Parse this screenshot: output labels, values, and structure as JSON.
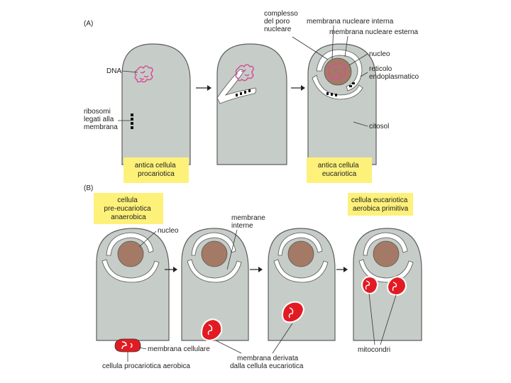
{
  "panels": {
    "a": "(A)",
    "b": "(B)"
  },
  "labels": {
    "dna": "DNA",
    "ribosomi": [
      "ribosomi",
      "legati alla",
      "membrana"
    ],
    "complesso_poro": [
      "complesso",
      "del poro",
      "nucleare"
    ],
    "membrana_interna": "membrana nucleare interna",
    "membrana_esterna": "membrana nucleare esterna",
    "nucleo_a": "nucleo",
    "reticolo": [
      "reticolo",
      "endoplasmatico"
    ],
    "citosol": "citosol",
    "nucleo_b": "nucleo",
    "membrane_interne": [
      "membrane",
      "interne"
    ],
    "membrana_cellulare": "membrana cellulare",
    "cellula_procariotica_aerobica": "cellula procariotica aerobica",
    "membrana_derivata": [
      "membrana derivata",
      "dalla cellula eucariotica"
    ],
    "mitocondri": "mitocondri"
  },
  "boxes": {
    "antica_procariotica": [
      "antica cellula",
      "procariotica"
    ],
    "antica_eucariotica": [
      "antica cellula",
      "eucariotica"
    ],
    "pre_eucariotica": [
      "cellula",
      "pre-eucariotica",
      "anaerobica"
    ],
    "eucariotica_aerobica": [
      "cellula eucariotica",
      "aerobica primitiva"
    ]
  },
  "colors": {
    "cell_fill": "#c6cdc8",
    "box_fill": "#fdf17a",
    "nucleus_fill": "#a47a66",
    "dna_stroke": "#d64f9b",
    "mito_fill": "#e21b23",
    "membrane_fill": "#ffffff"
  }
}
